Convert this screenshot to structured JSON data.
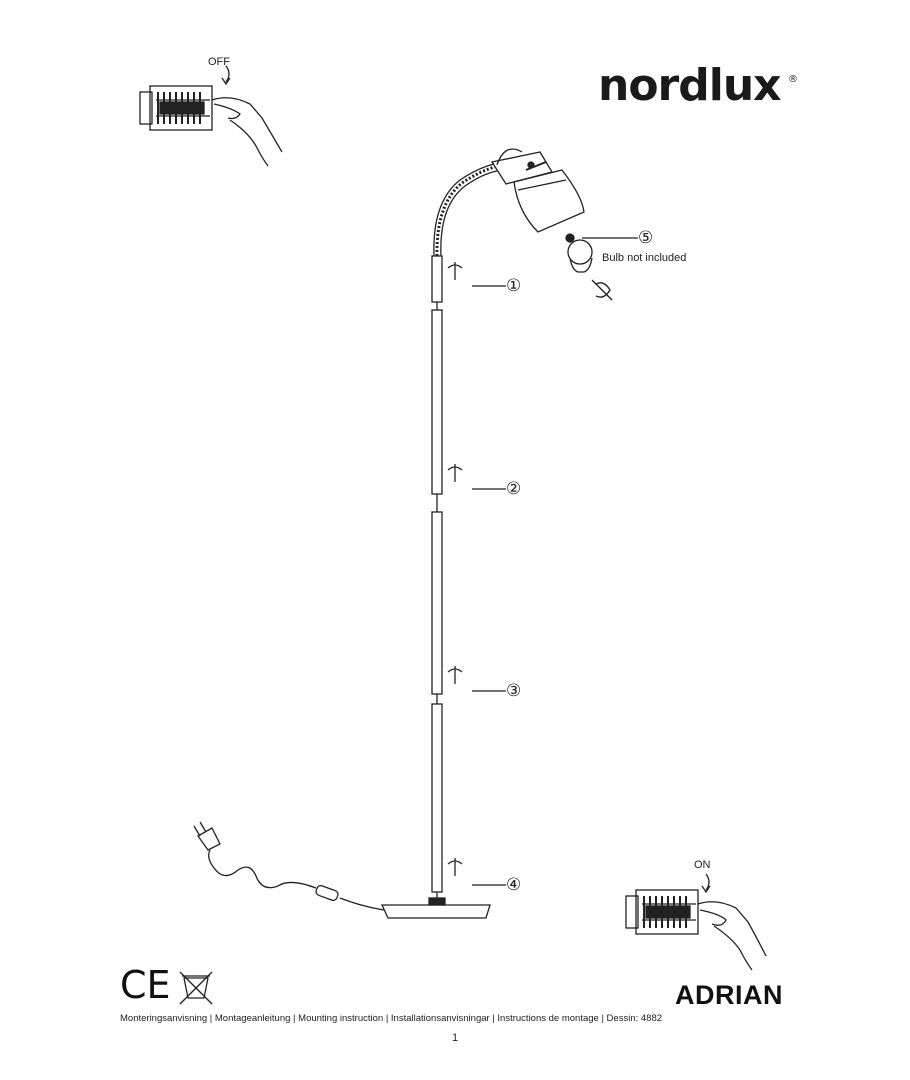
{
  "brand": {
    "logo_text": "nordlux",
    "registered_mark": "®"
  },
  "switch_off": {
    "label": "OFF"
  },
  "switch_on": {
    "label": "ON"
  },
  "bulb": {
    "note": "Bulb not included",
    "step": "⑤"
  },
  "steps": [
    "①",
    "②",
    "③",
    "④"
  ],
  "marks": {
    "ce": "CE",
    "weee_icon": "crossed-bin-icon"
  },
  "product_name": "ADRIAN",
  "footer_text": "Monteringsanvisning | Montageanleitung | Mounting instruction | Installationsanvisningar | Instructions de montage | Dessin: 4882",
  "page_number": "1"
}
